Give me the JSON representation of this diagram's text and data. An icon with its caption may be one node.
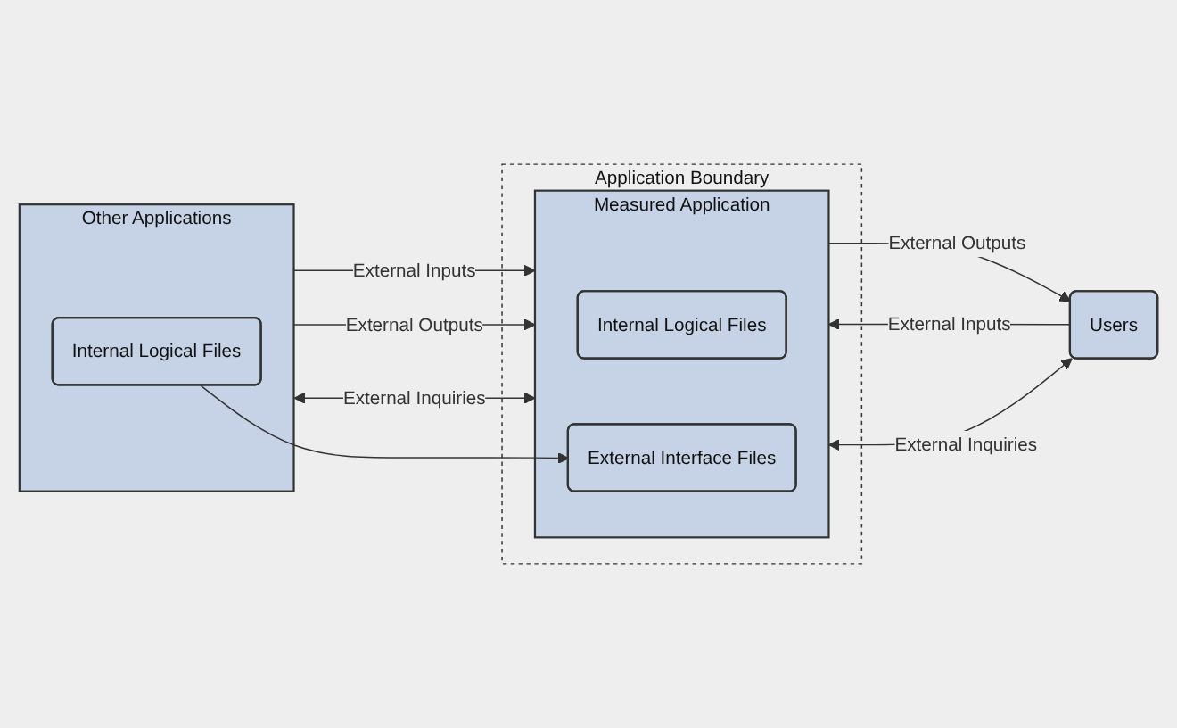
{
  "diagram": {
    "nodes": [
      {
        "text": [
          "Application Boundary"
        ]
      },
      {
        "text": [
          "Users"
        ]
      },
      {
        "text": [
          "Measured Application"
        ],
        "in": 0
      },
      {
        "text": [
          "Internal Logical Files"
        ],
        "in": 2
      },
      {
        "text": [
          "External Interface Files"
        ],
        "in": 2
      },
      {
        "text": [
          "Other Applications"
        ]
      },
      {
        "text": [
          "Internal Logical Files"
        ],
        "in": 5
      }
    ],
    "edges": [
      {
        "from": 1,
        "to": 2,
        "arrow": "to",
        "label": "External Inputs"
      },
      {
        "from": 2,
        "to": 1,
        "arrow": "to",
        "label": "External Outputs"
      },
      {
        "from": 1,
        "to": 2,
        "arrow": "both",
        "label": "External Inquiries"
      },
      {
        "from": 5,
        "to": 2,
        "arrow": "to",
        "label": "External Inputs"
      },
      {
        "from": 5,
        "to": 2,
        "arrow": "to",
        "label": "External Outputs"
      },
      {
        "from": 6,
        "to": 4,
        "arrow": "to"
      },
      {
        "from": 5,
        "to": 2,
        "arrow": "both",
        "label": "External Inquiries"
      }
    ]
  }
}
